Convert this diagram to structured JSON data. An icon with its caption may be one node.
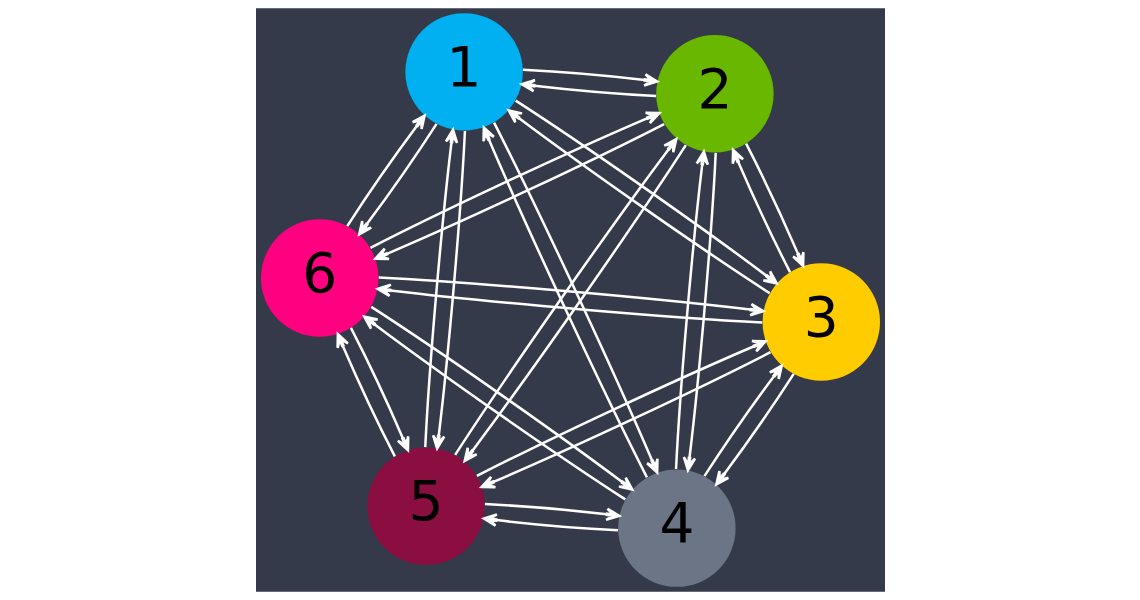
{
  "diagram": {
    "nodes": [
      {
        "text": [
          "1"
        ]
      },
      {
        "text": [
          "2"
        ]
      },
      {
        "text": [
          "3"
        ]
      },
      {
        "text": [
          "4"
        ]
      },
      {
        "text": [
          "5"
        ]
      },
      {
        "text": [
          "6"
        ]
      }
    ],
    "edges": [
      {
        "from": 0,
        "to": 1,
        "arrow": "to"
      },
      {
        "from": 1,
        "to": 0,
        "arrow": "to"
      },
      {
        "from": 1,
        "to": 2,
        "arrow": "to"
      },
      {
        "from": 2,
        "to": 1,
        "arrow": "to"
      },
      {
        "from": 2,
        "to": 3,
        "arrow": "to"
      },
      {
        "from": 3,
        "to": 2,
        "arrow": "to"
      },
      {
        "from": 3,
        "to": 4,
        "arrow": "to"
      },
      {
        "from": 4,
        "to": 3,
        "arrow": "to"
      },
      {
        "from": 4,
        "to": 5,
        "arrow": "to"
      },
      {
        "from": 5,
        "to": 4,
        "arrow": "to"
      },
      {
        "from": 5,
        "to": 0,
        "arrow": "to"
      },
      {
        "from": 0,
        "to": 5,
        "arrow": "to"
      },
      {
        "from": 0,
        "to": 2,
        "arrow": "to"
      },
      {
        "from": 2,
        "to": 0,
        "arrow": "to"
      },
      {
        "from": 0,
        "to": 3,
        "arrow": "to"
      },
      {
        "from": 3,
        "to": 0,
        "arrow": "to"
      },
      {
        "from": 0,
        "to": 4,
        "arrow": "to"
      },
      {
        "from": 4,
        "to": 0,
        "arrow": "to"
      },
      {
        "from": 1,
        "to": 3,
        "arrow": "to"
      },
      {
        "from": 3,
        "to": 1,
        "arrow": "to"
      },
      {
        "from": 1,
        "to": 4,
        "arrow": "to"
      },
      {
        "from": 4,
        "to": 1,
        "arrow": "to"
      },
      {
        "from": 1,
        "to": 5,
        "arrow": "to"
      },
      {
        "from": 5,
        "to": 1,
        "arrow": "to"
      },
      {
        "from": 2,
        "to": 4,
        "arrow": "to"
      },
      {
        "from": 4,
        "to": 2,
        "arrow": "to"
      },
      {
        "from": 2,
        "to": 5,
        "arrow": "to"
      },
      {
        "from": 5,
        "to": 2,
        "arrow": "to"
      },
      {
        "from": 3,
        "to": 5,
        "arrow": "to"
      },
      {
        "from": 5,
        "to": 3,
        "arrow": "to"
      }
    ]
  }
}
